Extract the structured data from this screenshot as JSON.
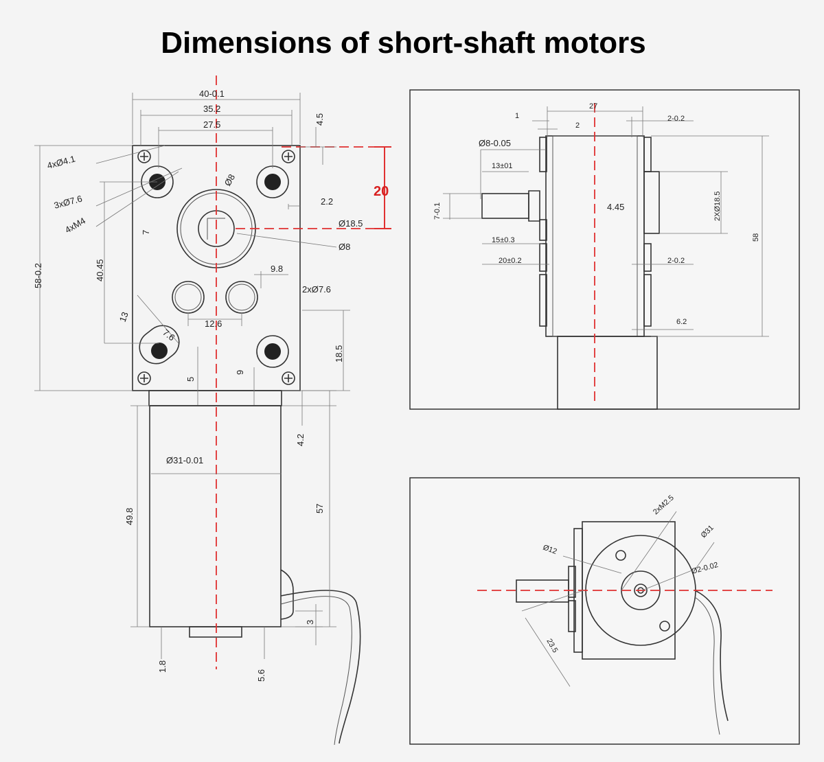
{
  "title": "Dimensions of short-shaft motors",
  "front_view": {
    "dims": {
      "w40": "40-0.1",
      "w352": "35.2",
      "w275": "27.5",
      "h45": "4.5",
      "holes41": "4xØ4.1",
      "holes76": "3xØ7.6",
      "m4": "4xM4",
      "d8a": "Ø8",
      "d22": "2.2",
      "d185": "Ø18.5",
      "d8b": "Ø8",
      "d7": "7",
      "h58": "58-0.2",
      "h4045": "40.45",
      "d98": "9.8",
      "d276": "2xØ7.6",
      "d13": "13",
      "d126": "12.6",
      "d76": "7.6",
      "d185h": "18.5",
      "d5": "5",
      "d9": "9",
      "d42": "4.2",
      "d31": "Ø31-0.01",
      "d498": "49.8",
      "d57": "57",
      "d3": "3",
      "d18": "1.8",
      "d56": "5.6",
      "red20": "20"
    }
  },
  "side_view": {
    "dims": {
      "d27": "27",
      "d1": "1",
      "d2": "2",
      "d202a": "2-0.2",
      "d8": "Ø8-0.05",
      "d13": "13±01",
      "d7": "7-0.1",
      "d445": "4.45",
      "d2185": "2XØ18.5",
      "d58": "58",
      "d15": "15±0.3",
      "d20": "20±0.2",
      "d202b": "2-0.2",
      "d62": "6.2"
    }
  },
  "end_view": {
    "dims": {
      "m25": "2xM2.5",
      "d31": "Ø31",
      "d12": "Ø12",
      "d2": "Ø2-0.02",
      "d235": "23.5"
    }
  },
  "colors": {
    "accent": "#e03030",
    "line": "#333333",
    "background": "#f4f4f4"
  }
}
